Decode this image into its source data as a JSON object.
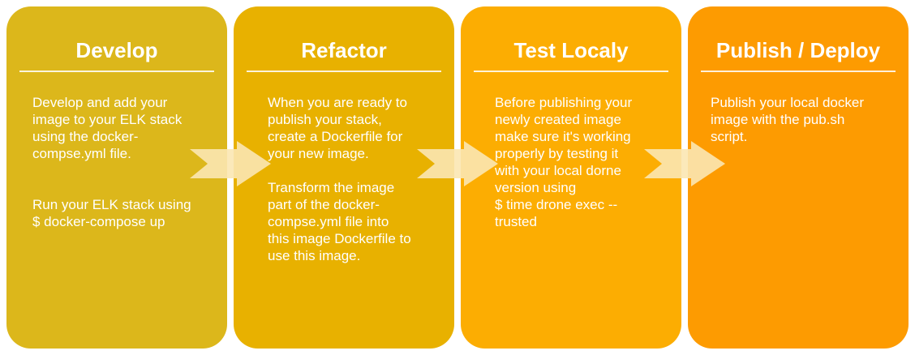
{
  "colors": {
    "develop": "#DCB71B",
    "refactor": "#E8B100",
    "test": "#FCAD02",
    "publish": "#FD9B01",
    "arrow": "#FBE7B2",
    "text": "#FFFFFF"
  },
  "stages": [
    {
      "title": "Develop",
      "body": [
        [
          "Develop and add your",
          "image to your ELK stack",
          "using the docker-",
          "compse.yml file."
        ],
        [
          "Run your ELK stack using",
          "$ docker-compose up"
        ]
      ]
    },
    {
      "title": "Refactor",
      "body": [
        [
          "When you are ready to",
          "publish your stack,",
          "create a Dockerfile for",
          "your new image."
        ],
        [
          "Transform the image",
          "part of the docker-",
          "compse.yml file into",
          "this image Dockerfile to",
          "use this image."
        ]
      ]
    },
    {
      "title": "Test Localy",
      "body": [
        [
          "Before publishing your",
          "newly created image",
          "make sure it's working",
          "properly by testing it",
          "with your local dorne",
          "version using",
          "$ time drone exec --",
          "trusted"
        ]
      ]
    },
    {
      "title": "Publish / Deploy",
      "body": [
        [
          "Publish your local docker",
          "image with the pub.sh",
          "script."
        ]
      ]
    }
  ],
  "arrows": [
    {
      "icon": "chevron-arrow-icon"
    },
    {
      "icon": "chevron-arrow-icon"
    },
    {
      "icon": "chevron-arrow-icon"
    }
  ]
}
